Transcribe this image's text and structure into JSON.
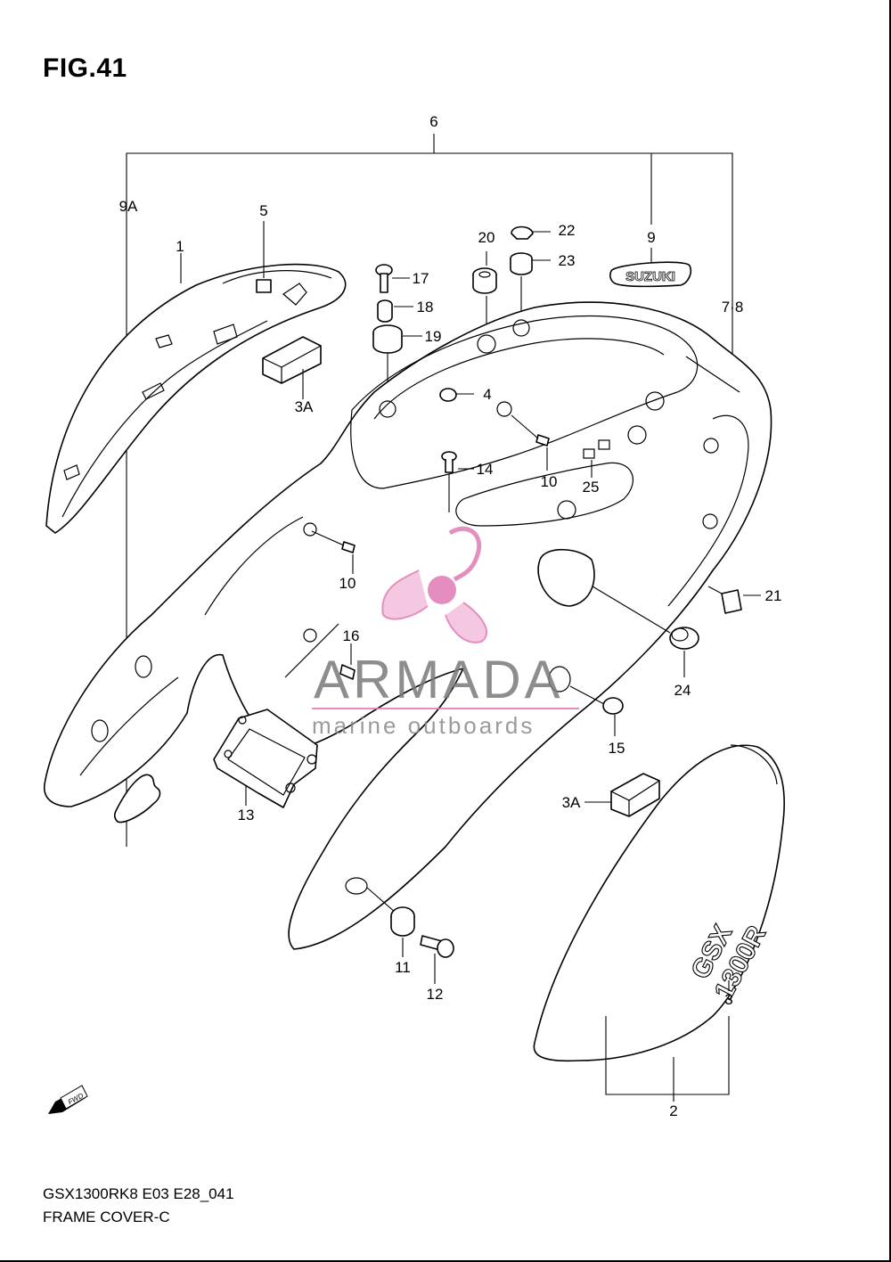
{
  "figure": {
    "title": "FIG.41",
    "model_code": "GSX1300RK8 E03 E28_041",
    "section_name": "FRAME COVER-C"
  },
  "callouts": [
    {
      "id": "c6",
      "text": "6"
    },
    {
      "id": "c9A",
      "text": "9A"
    },
    {
      "id": "c5",
      "text": "5"
    },
    {
      "id": "c1",
      "text": "1"
    },
    {
      "id": "c9",
      "text": "9"
    },
    {
      "id": "c78",
      "text": "7·8"
    },
    {
      "id": "c20",
      "text": "20"
    },
    {
      "id": "c22",
      "text": "22"
    },
    {
      "id": "c23",
      "text": "23"
    },
    {
      "id": "c17",
      "text": "17"
    },
    {
      "id": "c18",
      "text": "18"
    },
    {
      "id": "c19",
      "text": "19"
    },
    {
      "id": "c4",
      "text": "4"
    },
    {
      "id": "c3A1",
      "text": "3A"
    },
    {
      "id": "c14",
      "text": "14"
    },
    {
      "id": "c10a",
      "text": "10"
    },
    {
      "id": "c25",
      "text": "25"
    },
    {
      "id": "c10b",
      "text": "10"
    },
    {
      "id": "c21",
      "text": "21"
    },
    {
      "id": "c16",
      "text": "16"
    },
    {
      "id": "c24",
      "text": "24"
    },
    {
      "id": "c15",
      "text": "15"
    },
    {
      "id": "c13",
      "text": "13"
    },
    {
      "id": "c3A2",
      "text": "3A"
    },
    {
      "id": "c11",
      "text": "11"
    },
    {
      "id": "c12",
      "text": "12"
    },
    {
      "id": "c3",
      "text": "3"
    },
    {
      "id": "c2",
      "text": "2"
    }
  ],
  "decals": {
    "brand": "SUZUKI",
    "tail_text_1": "GSX",
    "tail_text_2": "1300R",
    "fwd": "FWD"
  },
  "watermark": {
    "name": "ARMADA",
    "tagline": "marine outboards",
    "accent_color": "#e07bb5"
  }
}
